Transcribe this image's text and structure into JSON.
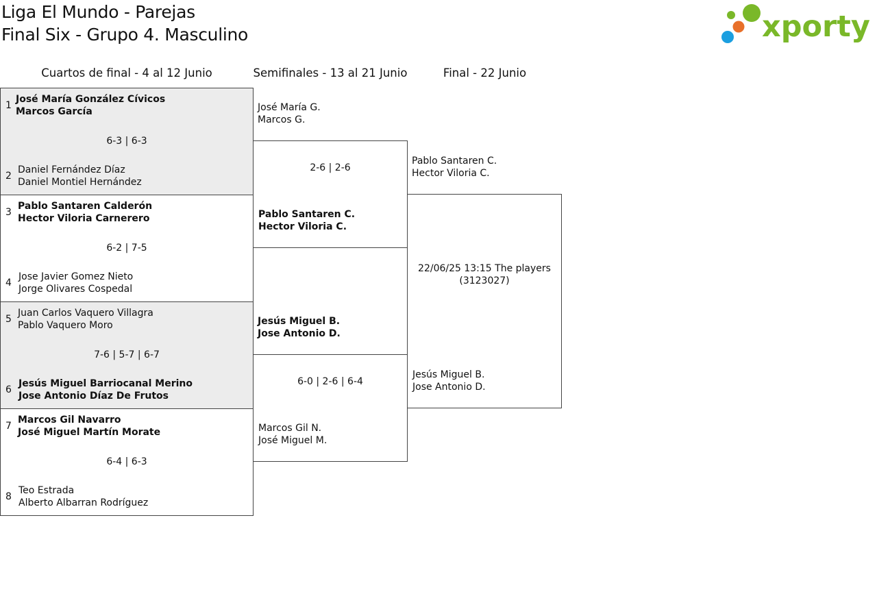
{
  "header": {
    "title_line1": "Liga El Mundo - Parejas",
    "title_line2": "Final Six - Grupo 4. Masculino",
    "logo_text": "xporty",
    "logo_colors": [
      "#1b9fe0",
      "#e8702a",
      "#7ab829"
    ]
  },
  "columns": {
    "quarterfinals": "Cuartos de final - 4 al 12 Junio",
    "semifinals": "Semifinales - 13 al 21 Junio",
    "final": "Final - 22 Junio"
  },
  "quarterfinals": [
    {
      "top": {
        "seed": "1",
        "p1": "José María González Cívicos",
        "p2": "Marcos García",
        "winner": true
      },
      "score": "6-3 | 6-3",
      "bottom": {
        "seed": "2",
        "p1": "Daniel Fernández Díaz",
        "p2": "Daniel Montiel Hernández",
        "winner": false
      }
    },
    {
      "top": {
        "seed": "3",
        "p1": "Pablo Santaren Calderón",
        "p2": "Hector Viloria Carnerero",
        "winner": true
      },
      "score": "6-2 | 7-5",
      "bottom": {
        "seed": "4",
        "p1": "Jose Javier Gomez Nieto",
        "p2": "Jorge Olivares Cospedal",
        "winner": false
      }
    },
    {
      "top": {
        "seed": "5",
        "p1": "Juan Carlos Vaquero Villagra",
        "p2": "Pablo Vaquero Moro",
        "winner": false
      },
      "score": "7-6 | 5-7 | 6-7",
      "bottom": {
        "seed": "6",
        "p1": "Jesús Miguel Barriocanal Merino",
        "p2": "Jose Antonio Díaz De Frutos",
        "winner": true
      }
    },
    {
      "top": {
        "seed": "7",
        "p1": "Marcos Gil Navarro",
        "p2": "José Miguel Martín Morate",
        "winner": true
      },
      "score": "6-4 | 6-3",
      "bottom": {
        "seed": "8",
        "p1": "Teo Estrada",
        "p2": "Alberto Albarran Rodríguez",
        "winner": false
      }
    }
  ],
  "semifinals": [
    {
      "top": {
        "p1": "José María G.",
        "p2": "Marcos G.",
        "winner": false
      },
      "score": "2-6 | 2-6",
      "bottom": {
        "p1": "Pablo Santaren C.",
        "p2": "Hector Viloria C.",
        "winner": true
      }
    },
    {
      "top": {
        "p1": "Jesús Miguel B.",
        "p2": "Jose Antonio D.",
        "winner": true
      },
      "score": "6-0 | 2-6 | 6-4",
      "bottom": {
        "p1": "Marcos Gil N.",
        "p2": "José Miguel M.",
        "winner": false
      }
    }
  ],
  "final": {
    "top": {
      "p1": "Pablo Santaren C.",
      "p2": "Hector Viloria C."
    },
    "info_line1": "22/06/25 13:15 The players",
    "info_line2": "(3123027)",
    "bottom": {
      "p1": "Jesús Miguel B.",
      "p2": "Jose Antonio D."
    }
  }
}
